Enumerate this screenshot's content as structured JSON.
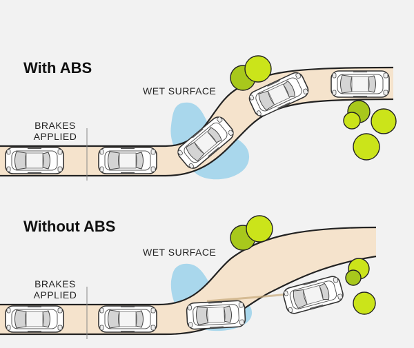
{
  "panels": [
    {
      "title": "With ABS",
      "wet_surface_label": "WET SURFACE",
      "brakes_label_line1": "BRAKES",
      "brakes_label_line2": "APPLIED"
    },
    {
      "title": "Without ABS",
      "wet_surface_label": "WET SURFACE",
      "brakes_label_line1": "BRAKES",
      "brakes_label_line2": "APPLIED"
    }
  ],
  "colors": {
    "road_fill": "#f5e3cc",
    "road_edge": "#222222",
    "road_center": "#b59a6e",
    "water": "#a9d7ec",
    "tree_light": "#cbe41a",
    "tree_dark": "#a8c81c",
    "car_body": "#ffffff",
    "car_outline": "#333333",
    "car_glass": "#d4d4d4"
  }
}
